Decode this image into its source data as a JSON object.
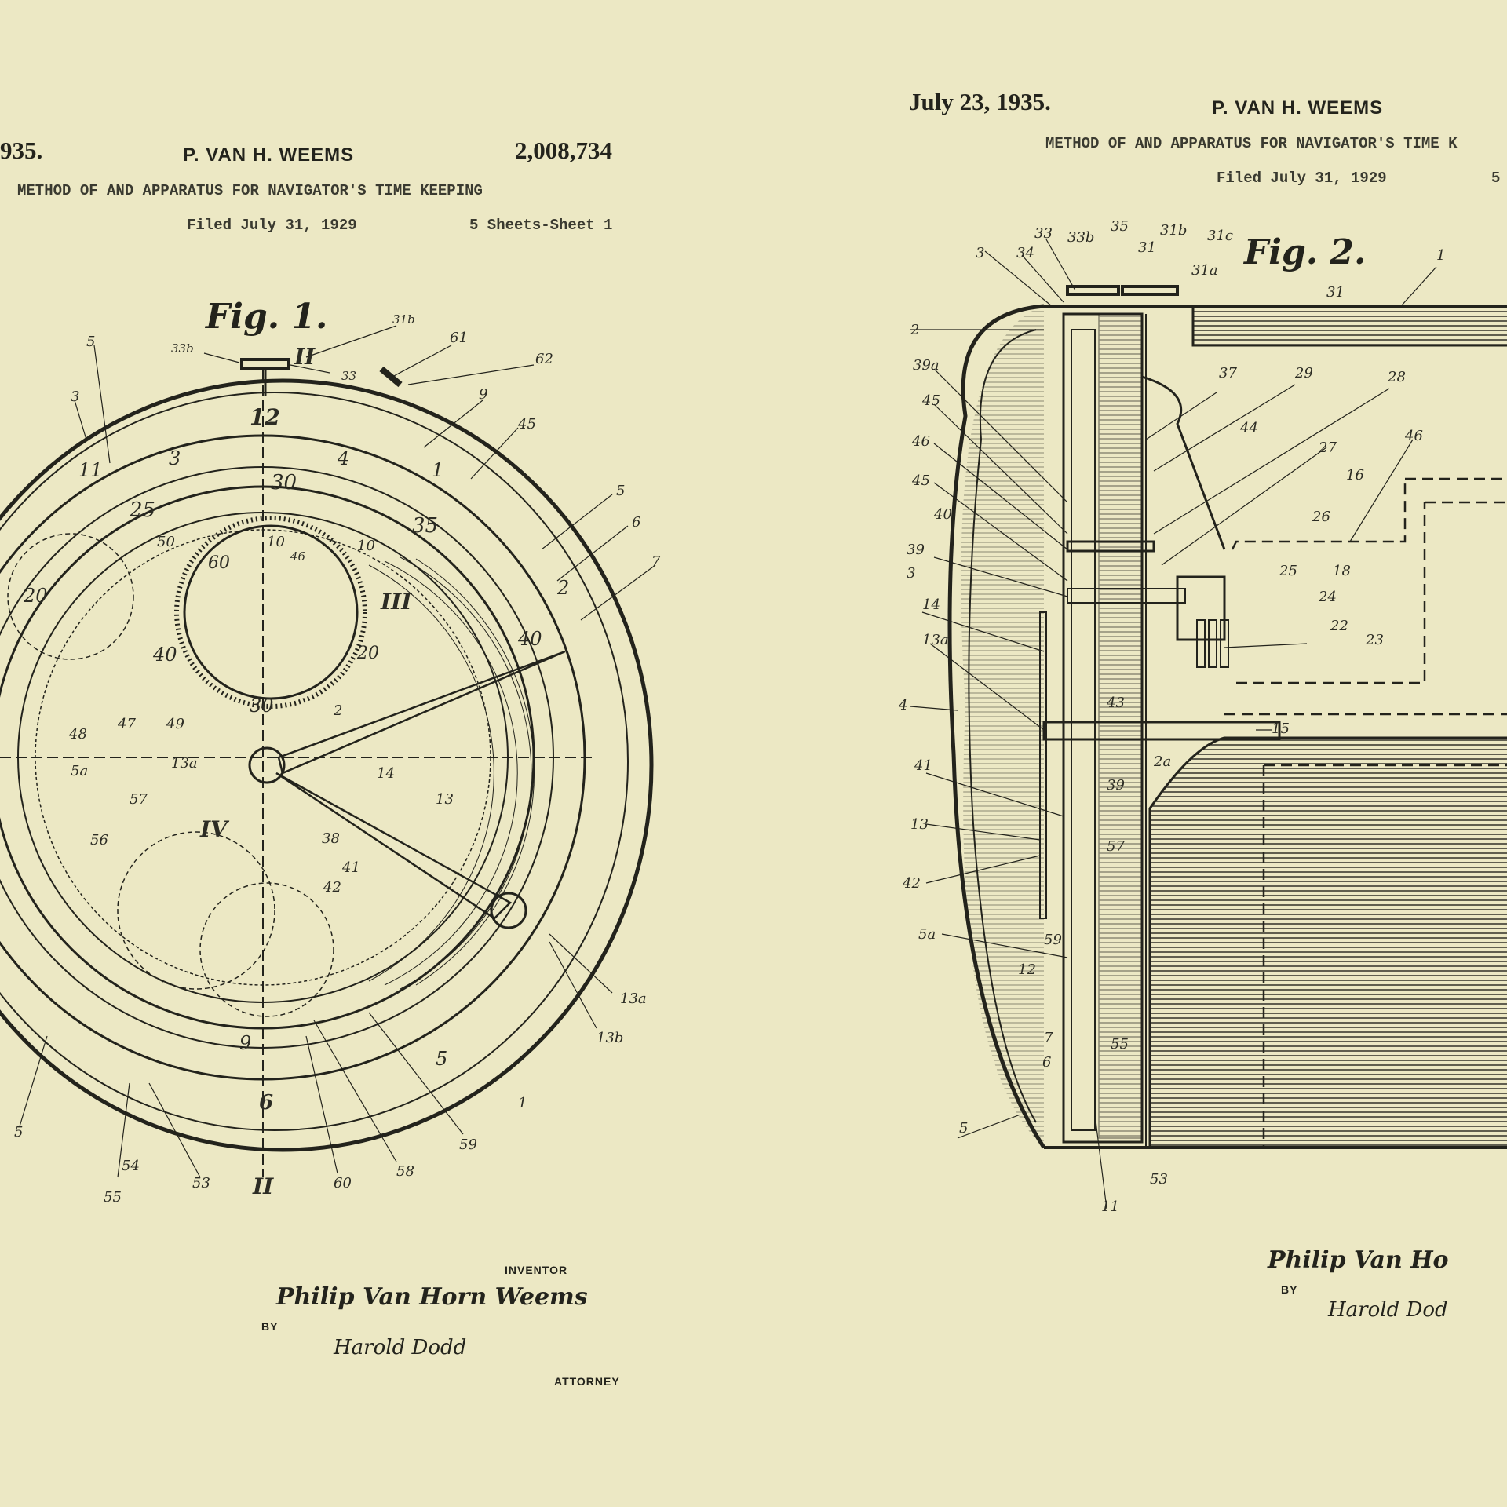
{
  "left_sheet": {
    "date_fragment": "935.",
    "inventor_header": "P. VAN H. WEEMS",
    "patent_number": "2,008,734",
    "title": "METHOD OF AND APPARATUS FOR NAVIGATOR'S TIME KEEPING",
    "filed": "Filed July 31, 1929",
    "sheets": "5 Sheets-Sheet  1",
    "figure_label": "Fig. 1.",
    "inventor_label": "INVENTOR",
    "inventor_name": "Philip Van Horn Weems",
    "by_label": "BY",
    "attorney_signature": "Harold Dodd",
    "attorney_label": "ATTORNEY",
    "dial_numbers": [
      "12",
      "3",
      "4",
      "1",
      "11",
      "25",
      "30",
      "35",
      "2",
      "10",
      "40",
      "50",
      "20",
      "60",
      "30",
      "40",
      "20",
      "III",
      "II",
      "IV",
      "6",
      "9",
      "5"
    ],
    "reference_numerals": [
      "5",
      "3",
      "33b",
      "33",
      "31b",
      "61",
      "62",
      "9",
      "45",
      "5",
      "6",
      "7",
      "46",
      "10",
      "2",
      "48",
      "47",
      "49",
      "13a",
      "14",
      "5a",
      "57",
      "38",
      "56",
      "41",
      "42",
      "13",
      "13a",
      "13b",
      "59",
      "58",
      "60",
      "53",
      "54",
      "55",
      "5",
      "II",
      "1"
    ]
  },
  "right_sheet": {
    "date": "July 23, 1935.",
    "inventor_header": "P. VAN H. WEEMS",
    "title": "METHOD OF AND APPARATUS FOR NAVIGATOR'S TIME K",
    "filed": "Filed July 31, 1929",
    "sheets_fragment": "5",
    "figure_label": "Fig. 2.",
    "inventor_name": "Philip Van Ho",
    "by_label": "BY",
    "attorney_signature": "Harold Dod",
    "reference_numerals": [
      "3",
      "34",
      "33",
      "33b",
      "35",
      "31",
      "31b",
      "31c",
      "31a",
      "31",
      "1",
      "2",
      "39a",
      "45",
      "46",
      "45",
      "40",
      "39",
      "3",
      "14",
      "13a",
      "4",
      "41",
      "13",
      "42",
      "5a",
      "12",
      "7",
      "6",
      "5",
      "11",
      "53",
      "37",
      "29",
      "28",
      "44",
      "46",
      "27",
      "16",
      "26",
      "25",
      "18",
      "24",
      "22",
      "23",
      "15",
      "39",
      "2a",
      "57",
      "59",
      "55",
      "43"
    ]
  },
  "colors": {
    "paper": "#ece8c4",
    "ink": "#23231c"
  }
}
